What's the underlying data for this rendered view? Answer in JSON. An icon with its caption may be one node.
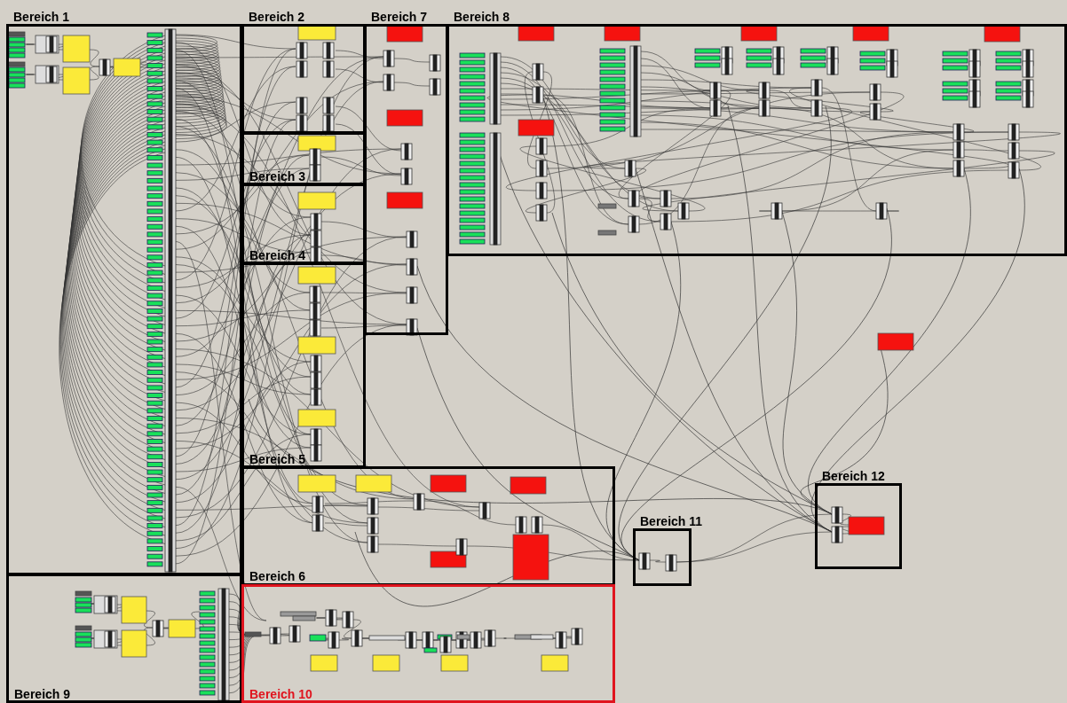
{
  "diagram": {
    "nodes": [
      {
        "text": [
          "Bereich 1"
        ]
      },
      {
        "text": [
          "Bereich 2"
        ]
      },
      {
        "text": [
          "Bereich 3"
        ]
      },
      {
        "text": [
          "Bereich 4"
        ]
      },
      {
        "text": [
          "Bereich 5"
        ]
      },
      {
        "text": [
          "Bereich 6"
        ]
      },
      {
        "text": [
          "Bereich 7"
        ]
      },
      {
        "text": [
          "Bereich 8"
        ]
      },
      {
        "text": [
          "Bereich 9"
        ]
      },
      {
        "text": [
          "Bereich 10"
        ]
      },
      {
        "text": [
          "Bereich 11"
        ]
      },
      {
        "text": [
          "Bereich 12"
        ]
      }
    ]
  }
}
